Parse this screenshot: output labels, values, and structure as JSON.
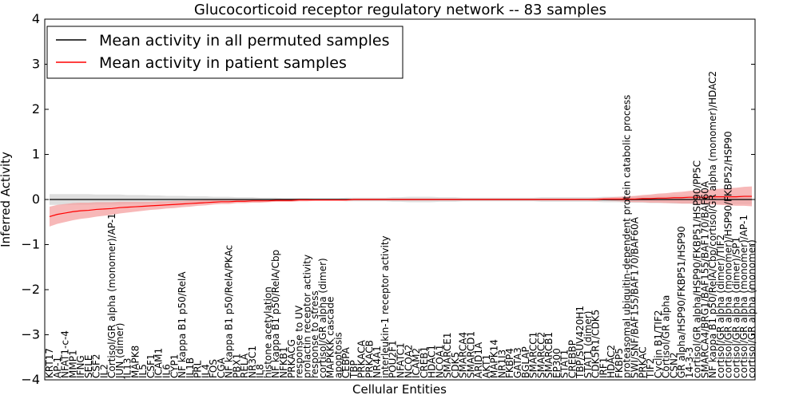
{
  "chart_data": {
    "type": "line",
    "title": "Glucocorticoid receptor regulatory network -- 83 samples",
    "xlabel": "Cellular Entities",
    "ylabel": "Inferred Activity",
    "ylim": [
      -4,
      4
    ],
    "yticks": [
      -4,
      -3,
      -2,
      -1,
      0,
      1,
      2,
      3,
      4
    ],
    "grid": false,
    "legend_position": "top-left",
    "reference_line": {
      "y": 0,
      "style": "dotted",
      "color": "#000000"
    },
    "categories": [
      "KRT17",
      "AP-1",
      "NFAT1-c-4",
      "MMP1",
      "IFNG",
      "SELE",
      "CSF2",
      "IL2",
      "Cortisol/GR alpha (monomer)/AP-1",
      "JUN (dimer)",
      "IL13",
      "MAPK8",
      "IL5",
      "CSF1",
      "ICAM1",
      "IL6",
      "CYP1",
      "NF kappa B1 p50/RelA",
      "IL1B",
      "PRL",
      "IL4",
      "FOS",
      "CGA",
      "NF kappa B1 p50/RelA/PKAc",
      "PBX1",
      "RELA",
      "NR3C1",
      "IL8",
      "histone acetylation",
      "NF kappa B1 p50/RelA/Cbp",
      "NFKB1",
      "PRKACG",
      "response to UV",
      "prolactin receptor activity",
      "response to stress",
      "cortisol/GR alpha (dimer)",
      "MAPKKK cascade",
      "apoptosis",
      "CEBPA",
      "TBP",
      "PRKACA",
      "PRKACB",
      "NR4A1",
      "interleukin-1 receptor activity",
      "POU2F1",
      "NFATC1",
      "NCOA2",
      "ICAM2",
      "CREB1",
      "HDAC1",
      "NCOA1",
      "SMARCE1",
      "CDK5",
      "SMARCA4",
      "SMARCD1",
      "ARID1A",
      "AKT1",
      "MAPK14",
      "NR1I3",
      "FKBP4",
      "GATA3",
      "BGLAP",
      "SMARCC1",
      "SMARCC2",
      "SMARCB1",
      "EP300",
      "STAT1",
      "CREBBP",
      "TBP/SUV420H1",
      "STAT1 (dimer)",
      "CDK5R1/CDK5",
      "IRF1",
      "HDAC2",
      "FKBP5",
      "proteasomal ubiquitin-dependent protein catabolic process",
      "SWI/SNF/BAF155/BAF170/BAF60A",
      "PRKAC",
      "TIF2",
      "Cyclin B1/TIF2",
      "Cortisol/GR alpha",
      "CSN2",
      "GR alpha/HSP90/FKBP51/HSP90",
      "14-3-3",
      "cortisol/GR alpha/HSP90/FKBP51/HSP90/PP5C",
      "SMARCA4/BRG1/BAF155/BAF170/BAF60A",
      "NF kappa B1 p50/RelA/Cbp/cortisol/GR alpha (monomer)/HDAC2",
      "cortisol/GR alpha (dimer)/TIF2",
      "cortisol/GR alpha (monomer)/HSP90/FKBP52/HSP90",
      "cortisol/GR alpha (dimer)/SP1",
      "cortisol/GR alpha (monomer)/AP-1",
      "cortisol/GR alpha (monomer)"
    ],
    "visible_labels": [
      "KRT17",
      "AP-1",
      "NFAT1-c-4",
      "MMP1",
      "IFNG",
      "SELE",
      "CSF2",
      "IL2",
      "Cortisol/GR alpha (monomer)/AP-1",
      "JUN (dimer)",
      "IL13",
      "MAPK8",
      "IL5",
      "CSF1",
      "ICAM1",
      "IL6",
      "CYP1",
      "NF kappa B1 p50/RelA",
      "IL1B",
      "PRL",
      "IL4",
      "FOS",
      "CGA",
      "NF kappa B1 p50/RelA/PKAc",
      "PBX1",
      "RELA",
      "NR3C1",
      "IL8",
      "histone acetylation",
      "NF kappa B1 p50/RelA/Cbp",
      "NFKB1",
      "PRKACG",
      "response to UV",
      "prolactin receptor activity",
      "response to stress",
      "cortisol/GR alpha (dimer)",
      "MAPKKK cascade",
      "apoptosis",
      "CEBPA",
      "TBP",
      "PRKACA",
      "PRKACB",
      "NR4A1",
      "interleukin-1 receptor activity",
      "POU2F1",
      "NFATC1",
      "NCOA2",
      "ICAM2",
      "CREB1",
      "HDAC1",
      "NCOA1",
      "SMARCE1",
      "CDK5",
      "SMARCA4",
      "SMARCD1",
      "ARID1A",
      "AKT1",
      "MAPK14",
      "NR1I3",
      "FKBP4",
      "GATA3",
      "BGLAP",
      "SMARCC1",
      "SMARCC2",
      "SMARCB1",
      "EP300",
      "STAT1",
      "CREBBP",
      "TBP/SUV420H1",
      "STAT1 (dimer)",
      "CDK5R1/CDK5",
      "IRF1",
      "HDAC2",
      "FKBP5",
      "proteasomal ubiquitin-dependent protein catabolic process",
      "SWI/SNF/BAF155/BAF170/BAF60A",
      "PRKAC",
      "TIF2",
      "Cyclin B1/TIF2",
      "Cortisol/GR alpha",
      "CSN2",
      "GR alpha/HSP90/FKBP51/HSP90",
      "14-3-3",
      "cortisol/GR alpha/HSP90/FKBP51/HSP90/PP5C",
      "SMARCA4/BRG1/BAF155/BAF170/BAF60A",
      "NF kappa B1 p50/RelA/Cbp/cortisol/GR alpha (monomer)/HDAC2",
      "cortisol/GR alpha (dimer)/TIF2",
      "cortisol/GR alpha (monomer)/HSP90/FKBP52/HSP90",
      "cortisol/GR alpha (dimer)/SP1",
      "cortisol/GR alpha (monomer)/AP-1",
      "cortisol/GR alpha (monomer)"
    ],
    "series": [
      {
        "name": "Mean activity in all permuted samples",
        "color": "#000000",
        "band_color": "#c8c8c8",
        "values": [
          0.0,
          0.0,
          0.0,
          0.0,
          0.0,
          0.0,
          0.0,
          0.0,
          0.0,
          0.0,
          0.0,
          0.0,
          0.0,
          0.0,
          0.0,
          0.0,
          0.0,
          0.0,
          0.0,
          0.0,
          0.0,
          0.0,
          0.0,
          0.0,
          0.0,
          0.0,
          0.0,
          0.0,
          0.0,
          0.0,
          0.0,
          0.0,
          0.0,
          0.0,
          0.0,
          0.0,
          0.0,
          0.0,
          0.0,
          0.0,
          0.0,
          0.0,
          0.0,
          0.0,
          0.0,
          0.0,
          0.0,
          0.0,
          0.0,
          0.0,
          0.0,
          0.0,
          0.0,
          0.0,
          0.0,
          0.0,
          0.0,
          0.0,
          0.0,
          0.0,
          0.0,
          0.0,
          0.0,
          0.0,
          0.0,
          0.0,
          0.0,
          0.0,
          0.0,
          0.0,
          0.0,
          0.0,
          0.0,
          0.0,
          0.0,
          0.0,
          0.0,
          0.0,
          0.0,
          0.0,
          0.0,
          0.0,
          0.0,
          0.0,
          0.0,
          0.0,
          0.0,
          0.0,
          0.0,
          0.0,
          0.0
        ],
        "band_halfwidth": [
          0.12,
          0.12,
          0.12,
          0.12,
          0.12,
          0.12,
          0.11,
          0.11,
          0.11,
          0.11,
          0.1,
          0.1,
          0.1,
          0.09,
          0.09,
          0.08,
          0.08,
          0.08,
          0.07,
          0.07,
          0.07,
          0.06,
          0.06,
          0.06,
          0.05,
          0.05,
          0.05,
          0.04,
          0.04,
          0.04,
          0.03,
          0.03,
          0.03,
          0.03,
          0.03,
          0.03,
          0.03,
          0.03,
          0.04,
          0.04,
          0.04,
          0.04,
          0.04,
          0.04,
          0.05,
          0.05,
          0.06,
          0.06,
          0.06,
          0.06,
          0.05,
          0.05,
          0.05,
          0.04,
          0.04,
          0.04,
          0.04,
          0.04,
          0.04,
          0.04,
          0.04,
          0.04,
          0.04,
          0.05,
          0.05,
          0.05,
          0.05,
          0.05,
          0.05,
          0.05,
          0.05,
          0.06,
          0.06,
          0.06,
          0.07,
          0.07,
          0.07,
          0.08,
          0.08,
          0.08,
          0.09,
          0.09,
          0.09,
          0.09,
          0.1,
          0.1,
          0.1,
          0.1,
          0.1,
          0.1,
          0.1
        ]
      },
      {
        "name": "Mean activity in patient samples",
        "color": "#ff0000",
        "band_color": "#f4a0a0",
        "values": [
          -0.38,
          -0.33,
          -0.3,
          -0.27,
          -0.25,
          -0.24,
          -0.22,
          -0.21,
          -0.2,
          -0.18,
          -0.17,
          -0.16,
          -0.15,
          -0.14,
          -0.13,
          -0.12,
          -0.11,
          -0.1,
          -0.09,
          -0.08,
          -0.07,
          -0.06,
          -0.05,
          -0.05,
          -0.04,
          -0.04,
          -0.03,
          -0.03,
          -0.03,
          -0.02,
          -0.02,
          -0.02,
          -0.01,
          -0.01,
          -0.01,
          -0.01,
          -0.01,
          -0.01,
          -0.01,
          0.0,
          0.0,
          0.0,
          0.0,
          0.0,
          0.0,
          0.0,
          0.0,
          0.0,
          0.0,
          0.0,
          0.0,
          0.0,
          0.0,
          0.0,
          0.0,
          0.0,
          0.0,
          0.0,
          0.0,
          0.0,
          0.0,
          0.0,
          0.0,
          0.0,
          0.0,
          0.0,
          0.0,
          0.0,
          0.0,
          0.0,
          0.0,
          0.01,
          0.01,
          0.01,
          0.01,
          0.01,
          0.02,
          0.02,
          0.03,
          0.03,
          0.04,
          0.04,
          0.05,
          0.05,
          0.05,
          0.06,
          0.06,
          0.06,
          0.06,
          0.07,
          0.07
        ],
        "band_halfwidth": [
          0.22,
          0.21,
          0.2,
          0.19,
          0.18,
          0.17,
          0.16,
          0.15,
          0.14,
          0.13,
          0.12,
          0.11,
          0.1,
          0.09,
          0.09,
          0.08,
          0.08,
          0.07,
          0.07,
          0.06,
          0.06,
          0.05,
          0.05,
          0.05,
          0.04,
          0.04,
          0.04,
          0.04,
          0.03,
          0.03,
          0.03,
          0.03,
          0.03,
          0.03,
          0.02,
          0.02,
          0.02,
          0.02,
          0.02,
          0.02,
          0.02,
          0.02,
          0.02,
          0.02,
          0.02,
          0.02,
          0.02,
          0.02,
          0.02,
          0.02,
          0.02,
          0.02,
          0.02,
          0.02,
          0.02,
          0.02,
          0.02,
          0.02,
          0.02,
          0.02,
          0.02,
          0.02,
          0.02,
          0.02,
          0.02,
          0.02,
          0.02,
          0.02,
          0.02,
          0.02,
          0.03,
          0.03,
          0.04,
          0.05,
          0.06,
          0.07,
          0.08,
          0.09,
          0.1,
          0.11,
          0.12,
          0.13,
          0.14,
          0.15,
          0.16,
          0.17,
          0.18,
          0.19,
          0.2,
          0.21,
          0.22
        ]
      }
    ]
  }
}
